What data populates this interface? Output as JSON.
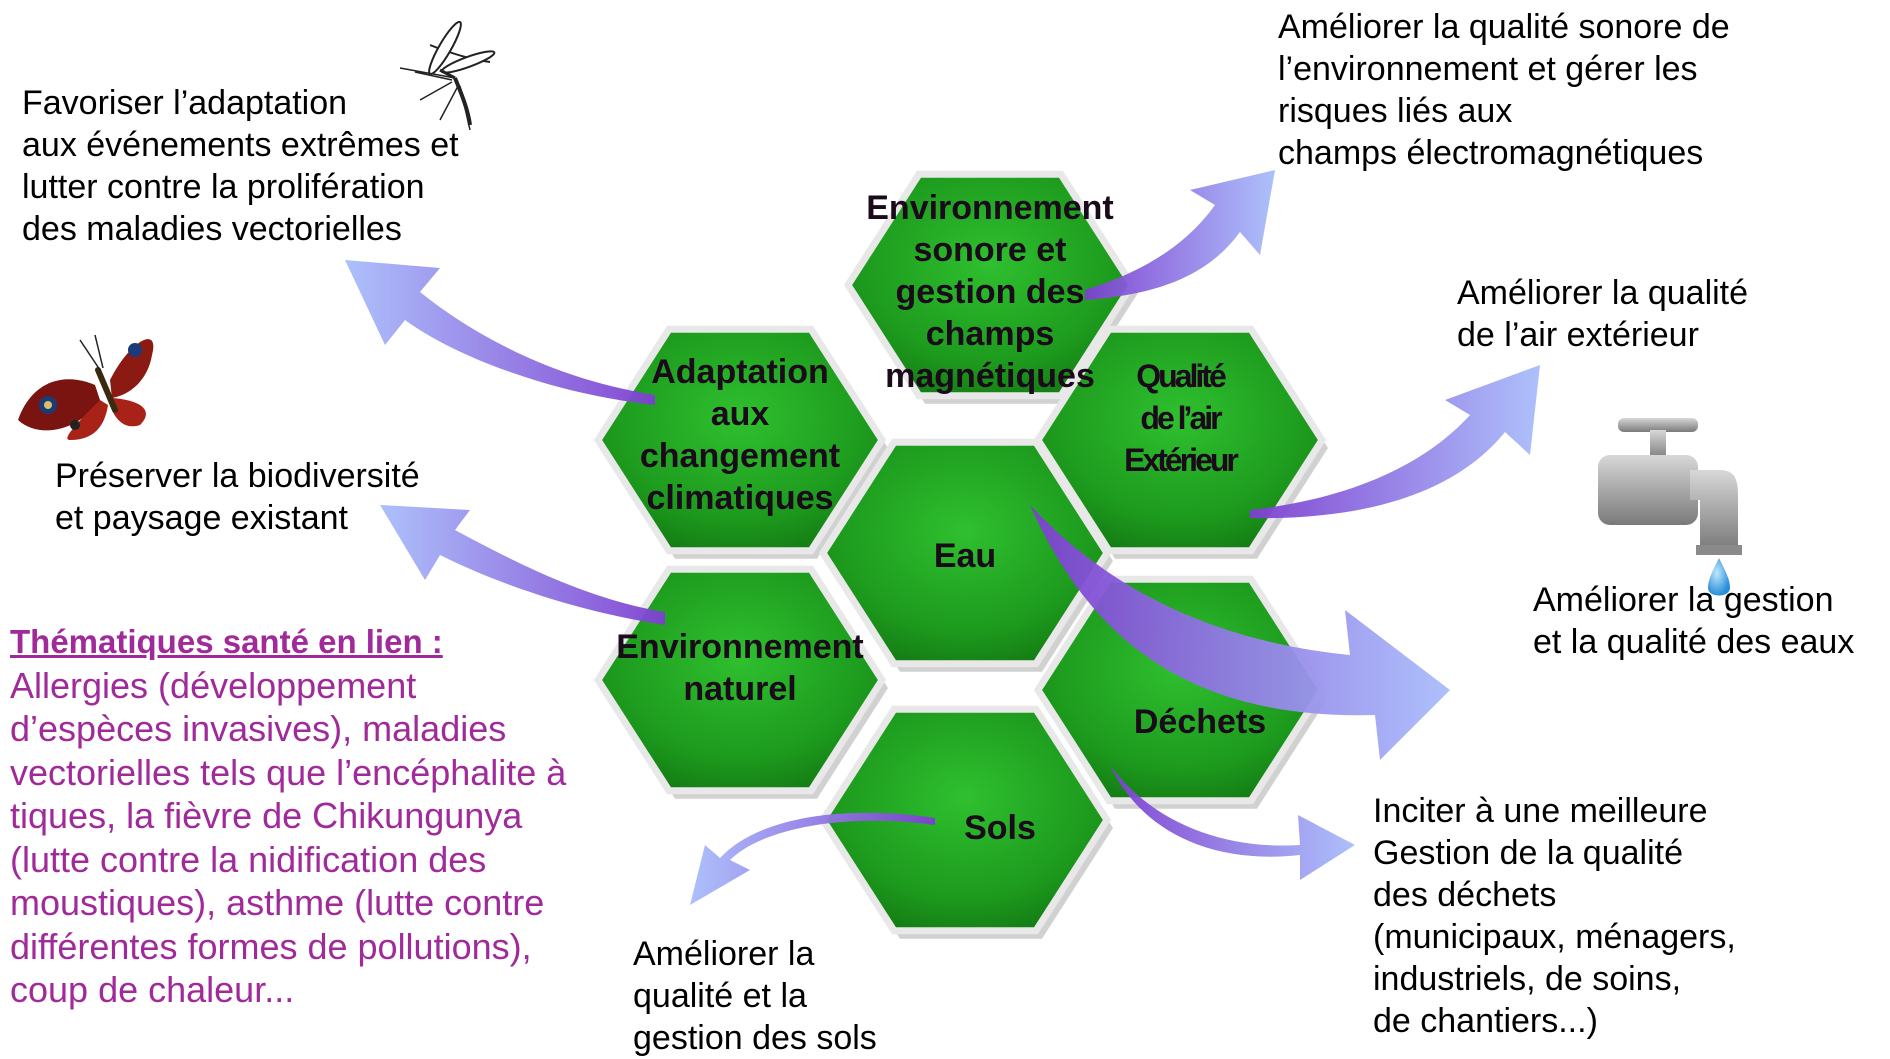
{
  "hexagons": [
    {
      "id": "sonore",
      "label": "Environnement\nsonore et\ngestion des\nchamps\nmagnétiques"
    },
    {
      "id": "adaptation",
      "label": "Adaptation\naux\nchangement\nclimatiques"
    },
    {
      "id": "air",
      "label": "Qualité\nde l’air\nExtérieur"
    },
    {
      "id": "eau",
      "label": "Eau"
    },
    {
      "id": "naturel",
      "label": "Environnement\nnaturel"
    },
    {
      "id": "dechets",
      "label": "Déchets"
    },
    {
      "id": "sols",
      "label": "Sols"
    }
  ],
  "goals": {
    "sonore": "Améliorer la qualité sonore de\nl’environnement et gérer les\nrisques liés aux\nchamps électromagnétiques",
    "adaptation": "Favoriser l’adaptation\naux événements extrêmes et\nlutter contre la prolifération\ndes maladies vectorielles",
    "biodiversite": "Préserver la biodiversité\net paysage existant",
    "air": "Améliorer la qualité\nde l’air extérieur",
    "eau": "Améliorer la gestion\net la qualité des eaux",
    "dechets": "Inciter à une meilleure\nGestion de la qualité\ndes déchets\n(municipaux, ménagers,\nindustriels, de soins,\nde chantiers...)",
    "sols": "Améliorer la\nqualité et la\ngestion des sols"
  },
  "health_topics": {
    "title": "Thématiques santé en lien :",
    "body": "Allergies (développement\nd’espèces invasives), maladies\nvectorielles tels que l’encéphalite à\ntiques, la fièvre de Chikungunya\n(lutte contre la nidification des\nmoustiques), asthme (lutte contre\ndifférentes formes de pollutions),\ncoup de chaleur..."
  },
  "icons": [
    "mosquito-icon",
    "butterfly-icon",
    "water-tap-icon"
  ],
  "colors": {
    "hex_fill": "#1f9e1f",
    "hex_border": "#e8e8e8",
    "arrow": "#9a8cf0",
    "theme_text": "#a02a9a"
  }
}
